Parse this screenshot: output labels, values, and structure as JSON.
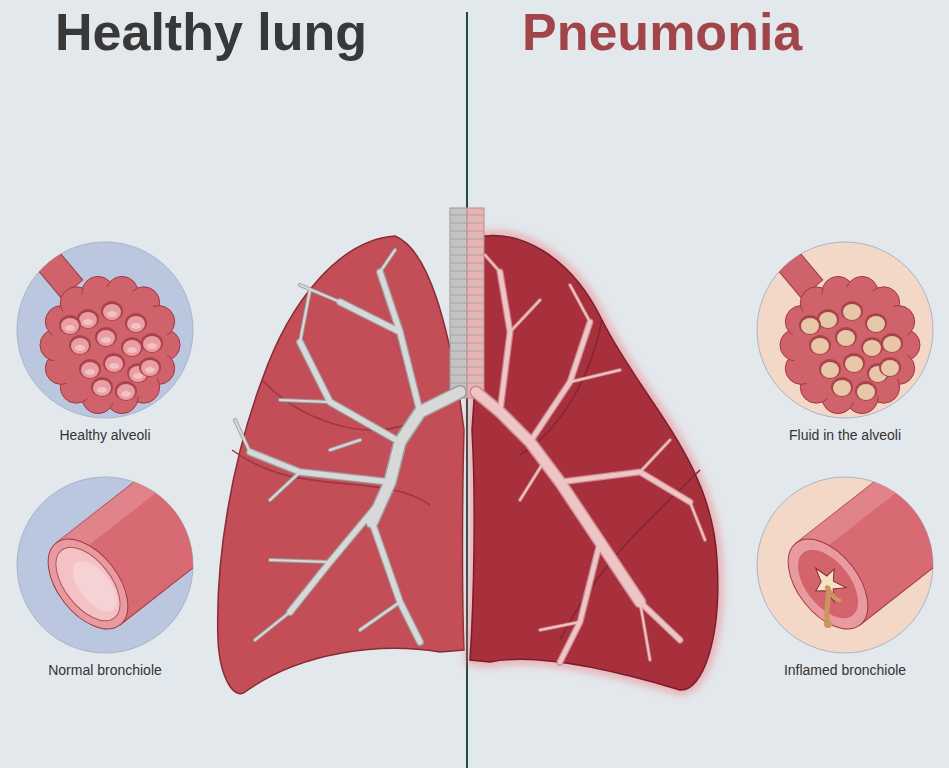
{
  "diagram": {
    "nodes": [
      {
        "text": [
          "Healthy alveoli"
        ]
      },
      {
        "text": [
          "Normal bronchiole"
        ]
      },
      {
        "text": [
          "Fluid in the alveoli"
        ]
      },
      {
        "text": [
          "Inflamed bronchiole"
        ]
      }
    ],
    "labels": [
      "Healthy lung",
      "Pneumonia"
    ]
  }
}
